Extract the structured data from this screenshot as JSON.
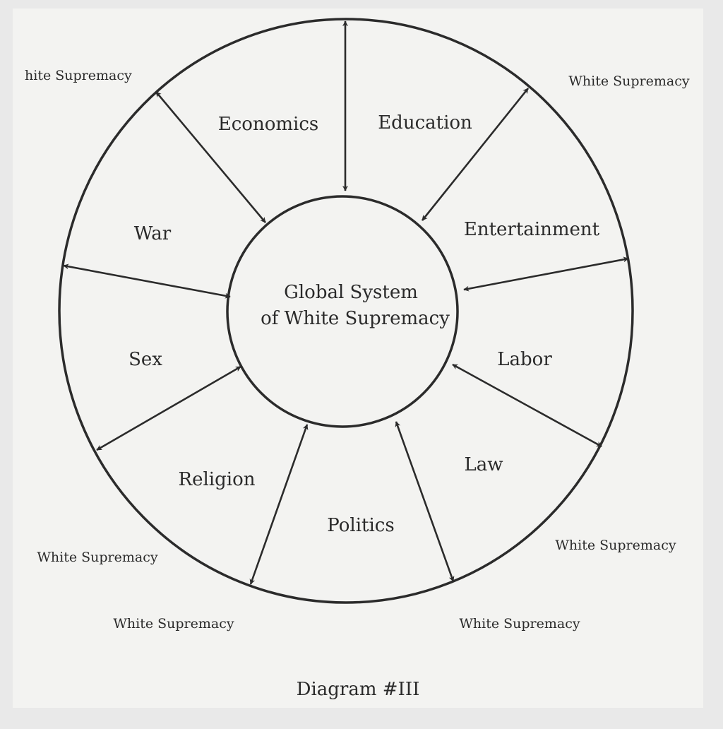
{
  "diagram": {
    "center_lines": [
      "Global System",
      "of White Supremacy"
    ],
    "sectors": [
      "Economics",
      "Education",
      "Entertainment",
      "Labor",
      "Law",
      "Politics",
      "Religion",
      "Sex",
      "War"
    ],
    "outer_labels": [
      "hite Supremacy",
      "White Supremacy",
      "White Supremacy",
      "White Supremacy",
      "White Supremacy",
      "White Supremacy"
    ],
    "caption": "Diagram #III"
  }
}
